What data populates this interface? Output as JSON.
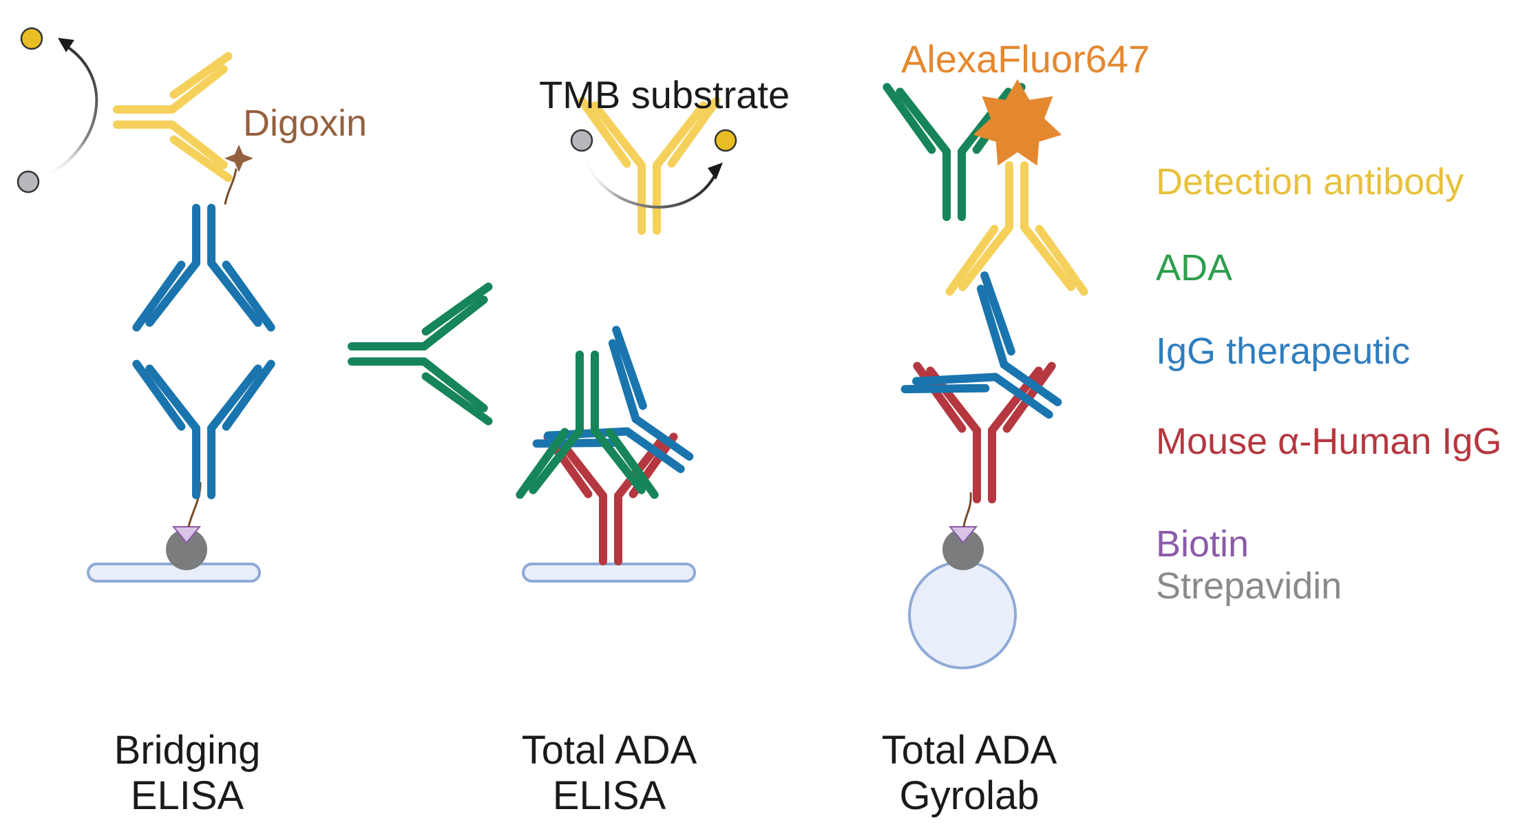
{
  "colors": {
    "detection": "#F5D15B",
    "ada": "#17855A",
    "igg": "#1A75AE",
    "mouse": "#B5373F",
    "biotin": "#D9C4E6",
    "streptavidin": "#7A7C7D",
    "plate_fill": "#E8EFFA",
    "plate_stroke": "#8FA9D6",
    "alexa": "#E4882F",
    "digoxin": "#94603E",
    "substrate_start": "#B9B6BD",
    "substrate_end": "#E8BE24",
    "arrow": "#1a1a1a"
  },
  "labels": {
    "digoxin": "Digoxin",
    "tmb": "TMB substrate",
    "alexa": "AlexaFluor647"
  },
  "legend": {
    "detection": {
      "text": "Detection antibody",
      "color": "#E8C13B"
    },
    "ada": {
      "text": "ADA",
      "color": "#2E9E4D"
    },
    "igg": {
      "text": "IgG therapeutic",
      "color": "#2E7DBF"
    },
    "mouse": {
      "text": "Mouse α-Human IgG",
      "color": "#B5373F"
    },
    "biotin": {
      "text": "Biotin",
      "color": "#8A5BA8"
    },
    "strep": {
      "text": "Strepavidin",
      "color": "#8A8A8A"
    }
  },
  "captions": {
    "bridging": {
      "line1": "Bridging",
      "line2": "ELISA"
    },
    "total_elisa": {
      "line1": "Total ADA",
      "line2": "ELISA"
    },
    "gyrolab": {
      "line1": "Total ADA",
      "line2": "Gyrolab"
    }
  }
}
